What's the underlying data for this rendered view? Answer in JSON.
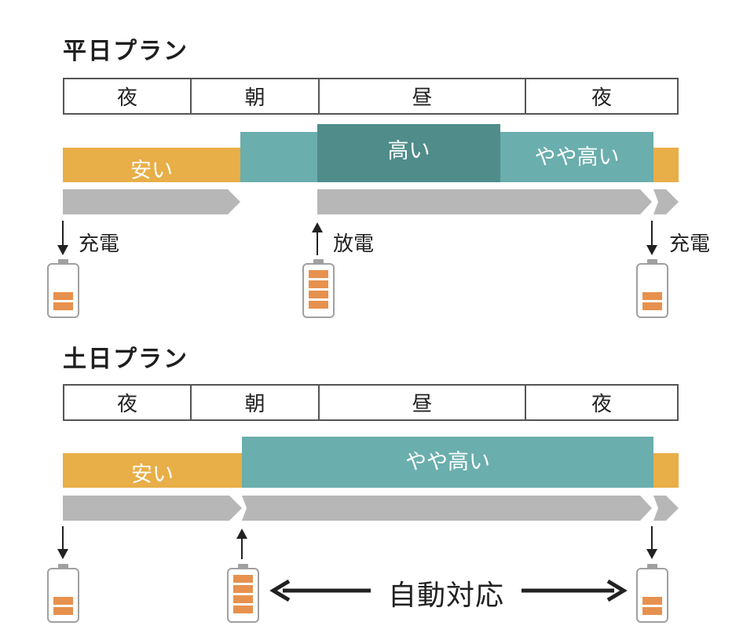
{
  "colors": {
    "cheap": "#e8ae47",
    "mid": "#6aaead",
    "high": "#4f8c8a",
    "arrow_band": "#b7b7b7",
    "battery_outline": "#a0a0a0",
    "battery_fill": "#e7914e"
  },
  "weekday": {
    "title": "平日プラン",
    "periods": [
      "夜",
      "朝",
      "昼",
      "夜"
    ],
    "rates": {
      "cheap": "安い",
      "high": "高い",
      "mid": "やや高い"
    },
    "labels": {
      "charge_start": "充電",
      "discharge": "放電",
      "charge_end": "充電"
    },
    "batteries": [
      {
        "icon": "battery-low-icon",
        "level": 0.4
      },
      {
        "icon": "battery-full-icon",
        "level": 1.0
      },
      {
        "icon": "battery-low-icon",
        "level": 0.4
      }
    ]
  },
  "weekend": {
    "title": "土日プラン",
    "periods": [
      "夜",
      "朝",
      "昼",
      "夜"
    ],
    "rates": {
      "cheap": "安い",
      "mid": "やや高い"
    },
    "auto_label": "自動対応",
    "batteries": [
      {
        "icon": "battery-low-icon",
        "level": 0.4
      },
      {
        "icon": "battery-full-icon",
        "level": 1.0
      },
      {
        "icon": "battery-low-icon",
        "level": 0.4
      }
    ]
  }
}
